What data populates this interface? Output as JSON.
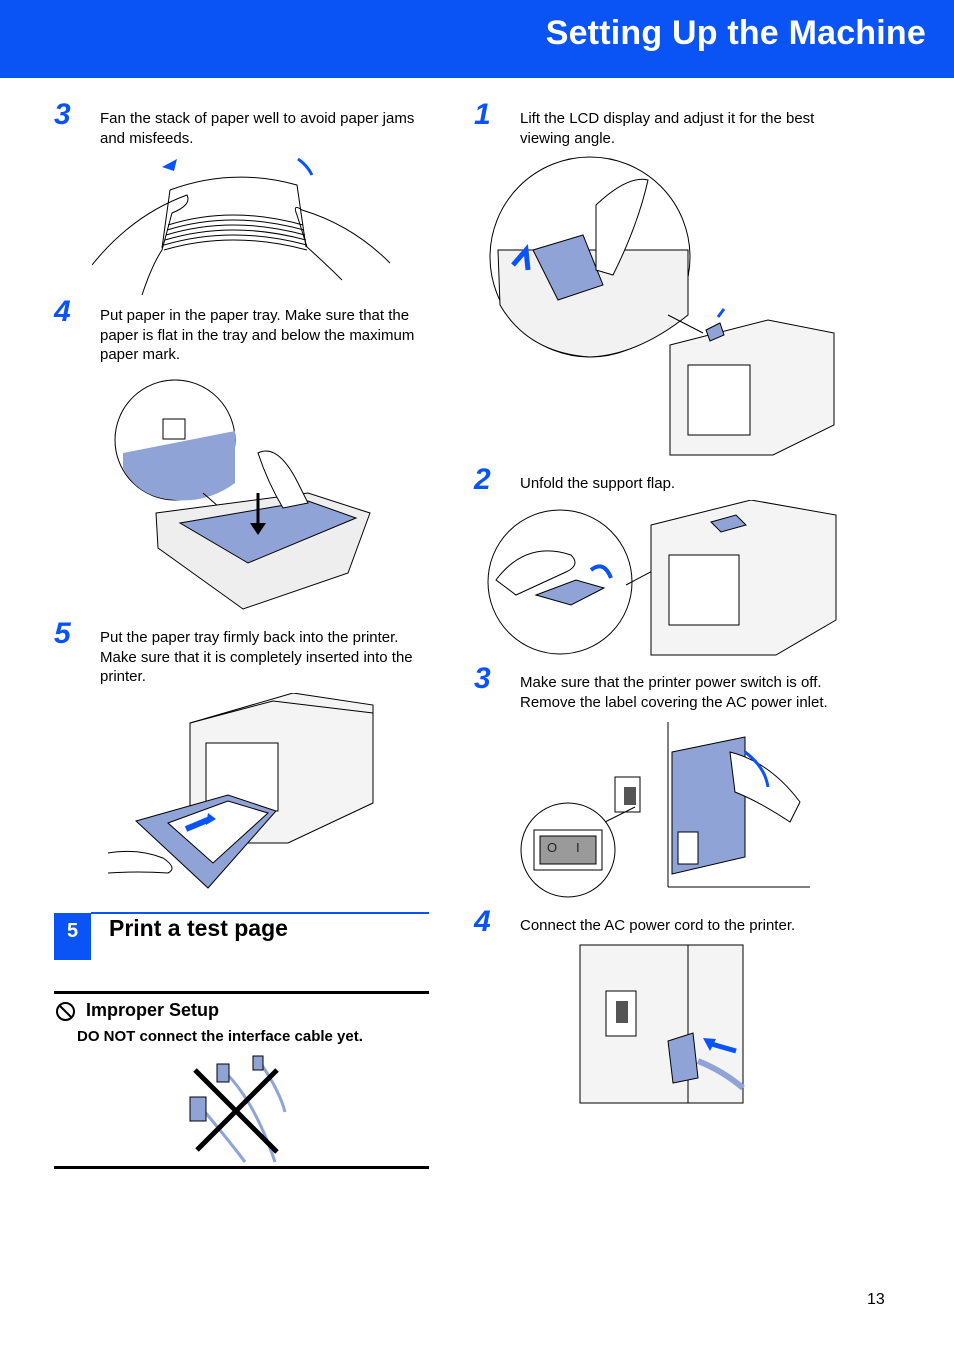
{
  "header": {
    "title": "Setting Up the Machine"
  },
  "left_steps": [
    {
      "number": "3",
      "text": "Fan the stack of paper well to avoid paper jams and misfeeds."
    },
    {
      "number": "4",
      "text": "Put paper in the paper tray. Make sure that the paper is flat in the tray and below the maximum paper mark."
    },
    {
      "number": "5",
      "text": "Put the paper tray firmly back into the printer. Make sure that it is completely inserted into the printer."
    }
  ],
  "section": {
    "number": "5",
    "title": "Print a test page"
  },
  "improper": {
    "title": "Improper Setup",
    "text": "DO NOT connect the interface cable yet."
  },
  "right_steps": [
    {
      "number": "1",
      "text": "Lift the LCD display and adjust it for the best viewing angle."
    },
    {
      "number": "2",
      "text": "Unfold the support flap."
    },
    {
      "number": "3",
      "text": "Make sure that the printer power switch is off. Remove the label covering the AC power inlet."
    },
    {
      "number": "4",
      "text": "Connect the AC power cord to the printer."
    }
  ],
  "switch_labels": {
    "off": "O",
    "on": "I"
  },
  "page_number": "13",
  "colors": {
    "brand_blue": "#0a54f5",
    "illustration_blue": "#8fa3d6"
  }
}
